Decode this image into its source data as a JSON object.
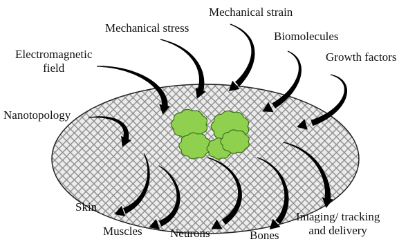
{
  "colors": {
    "scaffold_fill": "#ececec",
    "mesh_line": "#8c8c8c",
    "scaffold_border": "#222222",
    "cell_fill": "#8fd14f",
    "cell_stroke": "#3f6d1c",
    "arrow": "#000000",
    "text": "#111111"
  },
  "inputs": [
    {
      "label": "Mechanical strain"
    },
    {
      "label": "Mechanical stress"
    },
    {
      "label": "Biomolecules"
    },
    {
      "label": "Electromagnetic field"
    },
    {
      "label": "Growth factors"
    },
    {
      "label": "Nanotopology"
    }
  ],
  "outputs": [
    {
      "label": "Skin"
    },
    {
      "label": "Muscles"
    },
    {
      "label": "Neurons"
    },
    {
      "label": "Bones"
    },
    {
      "label": "Imaging/ tracking and delivery"
    }
  ],
  "label_lines": {
    "electromagnetic": [
      "Electromagnetic",
      "field"
    ],
    "imaging": [
      "Imaging/ tracking",
      "and delivery"
    ]
  }
}
